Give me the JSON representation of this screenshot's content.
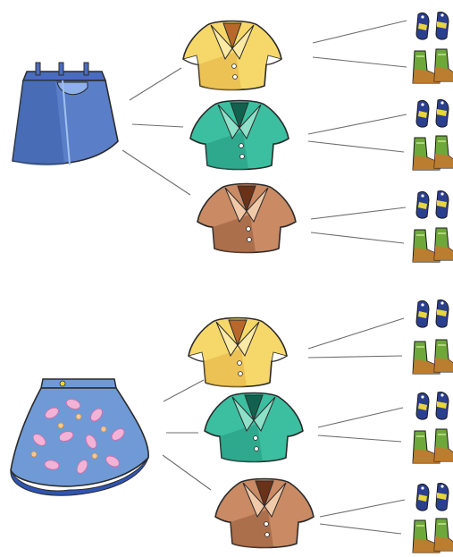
{
  "diagram": {
    "kind": "outfit-combination-tree",
    "levels": [
      "skirt",
      "blouse",
      "shoes"
    ],
    "colors": {
      "line": "#6e6e6e",
      "outline": "#2a2a2a",
      "skirt_denim": "#5a7fc8",
      "skirt_denim_dark": "#3a5ea8",
      "skirt_floral": "#6f9ad6",
      "skirt_floral_dark": "#2f55b3",
      "floral_petal": "#f2b3d6",
      "floral_petal_alt": "#f4c79a",
      "blouse_yellow": "#f6d86a",
      "blouse_yellow_dark": "#e0a83a",
      "blouse_teal": "#3cbfa0",
      "blouse_teal_dark": "#1f8f78",
      "blouse_brown": "#c98a64",
      "blouse_brown_dark": "#8a4e2e",
      "shoe_blue": "#2b3f8f",
      "shoe_yellow": "#e8d63a",
      "shoe_green": "#6ea83a",
      "shoe_orange": "#c9772f"
    },
    "groups": [
      {
        "skirt": {
          "name": "denim-skirt",
          "icon": "denim-skirt-icon"
        },
        "blouses": [
          {
            "color": "yellow",
            "shoes": [
              "navy-yellow-sneakers",
              "green-orange-boots"
            ]
          },
          {
            "color": "teal",
            "shoes": [
              "navy-yellow-sneakers",
              "green-orange-boots"
            ]
          },
          {
            "color": "brown",
            "shoes": [
              "navy-yellow-sneakers",
              "green-orange-boots"
            ]
          }
        ]
      },
      {
        "skirt": {
          "name": "floral-skirt",
          "icon": "floral-skirt-icon"
        },
        "blouses": [
          {
            "color": "yellow",
            "shoes": [
              "navy-yellow-sneakers",
              "green-orange-boots"
            ]
          },
          {
            "color": "teal",
            "shoes": [
              "navy-yellow-sneakers",
              "green-orange-boots"
            ]
          },
          {
            "color": "brown",
            "shoes": [
              "navy-yellow-sneakers",
              "green-orange-boots"
            ]
          }
        ]
      }
    ]
  }
}
